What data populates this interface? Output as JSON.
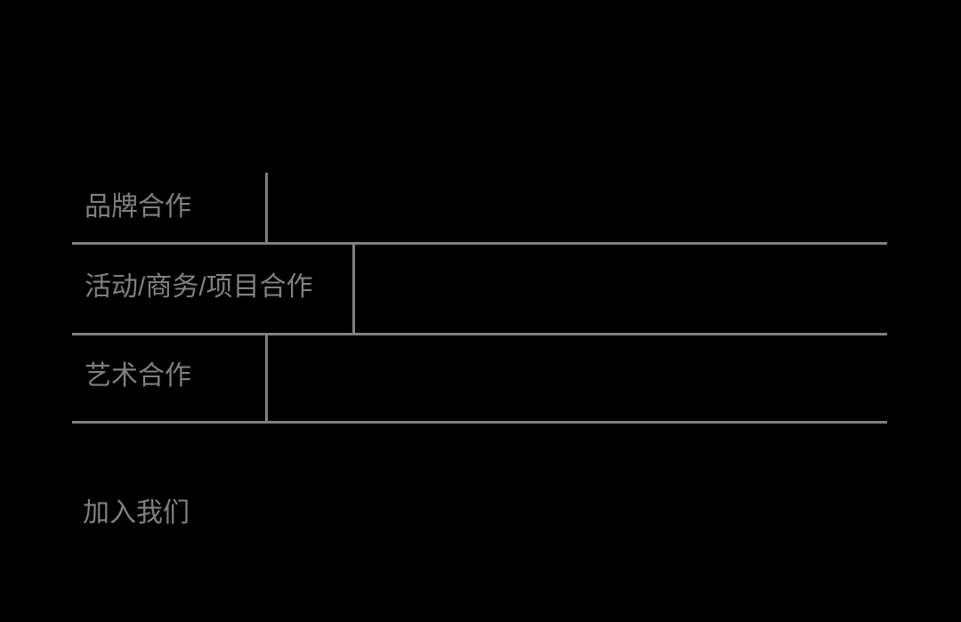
{
  "page": {
    "background_color": "#000000",
    "text_color": "#808080",
    "rule_color": "#808080"
  },
  "contact_table": {
    "rows": [
      {
        "label": "品牌合作",
        "value": ""
      },
      {
        "label": "活动/商务/项目合作",
        "value": ""
      },
      {
        "label": "艺术合作",
        "value": ""
      }
    ]
  },
  "join": {
    "label": "加入我们"
  }
}
